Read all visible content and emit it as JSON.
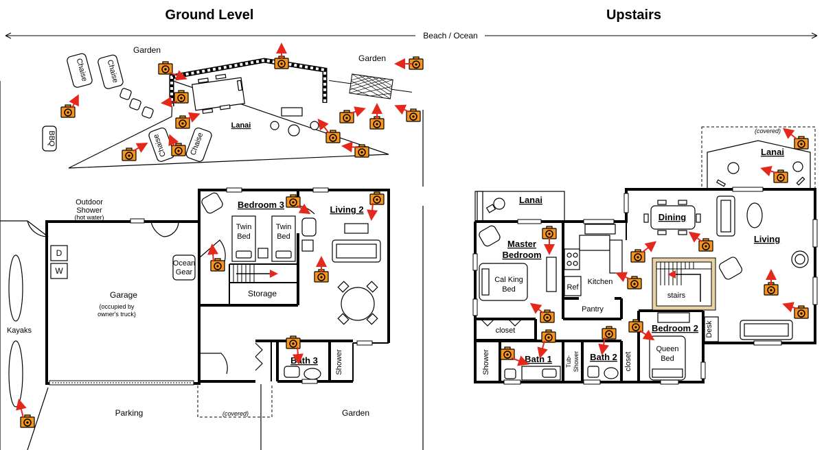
{
  "titles": {
    "ground": "Ground Level",
    "upstairs": "Upstairs"
  },
  "beach_label": "Beach / Ocean",
  "ground": {
    "garden_left": "Garden",
    "garden_right": "Garden",
    "garden_bottom": "Garden",
    "chaise": "Chaise",
    "bbq": "BBQ",
    "lanai": "Lanai",
    "outdoor_shower": "Outdoor",
    "outdoor_shower_2": "Shower",
    "hot_water": "(hot water)",
    "kayaks": "Kayaks",
    "dryer": "D",
    "washer": "W",
    "garage": "Garage",
    "garage_note_1": "(occupied by",
    "garage_note_2": "owner's truck)",
    "ocean_gear_1": "Ocean",
    "ocean_gear_2": "Gear",
    "bedroom3": "Bedroom 3",
    "twin_bed_1": "Twin",
    "twin_bed_2": "Bed",
    "storage": "Storage",
    "living2": "Living 2",
    "bath3": "Bath 3",
    "shower": "Shower",
    "parking": "Parking",
    "covered": "(covered)"
  },
  "upstairs": {
    "covered": "(covered)",
    "lanai_top": "Lanai",
    "lanai_small": "Lanai",
    "dining": "Dining",
    "living": "Living",
    "master_1": "Master",
    "master_2": "Bedroom",
    "calking_1": "Cal King",
    "calking_2": "Bed",
    "kitchen": "Kitchen",
    "ref": "Ref",
    "pantry": "Pantry",
    "stairs": "stairs",
    "closet": "closet",
    "closet_small": "closet",
    "desk": "Desk",
    "bedroom2": "Bedroom 2",
    "queen_1": "Queen",
    "queen_2": "Bed",
    "bath1": "Bath 1",
    "bath2": "Bath 2",
    "shower": "Shower",
    "tub_shower_1": "Tub-",
    "tub_shower_2": "Shower"
  },
  "colors": {
    "camera": "#f7941d",
    "arrow": "#e5281c",
    "stairs_border": "#e8d2a6"
  },
  "camera_count": 33,
  "icons": {
    "camera": "camera-icon",
    "arrow": "view-direction-arrow"
  }
}
